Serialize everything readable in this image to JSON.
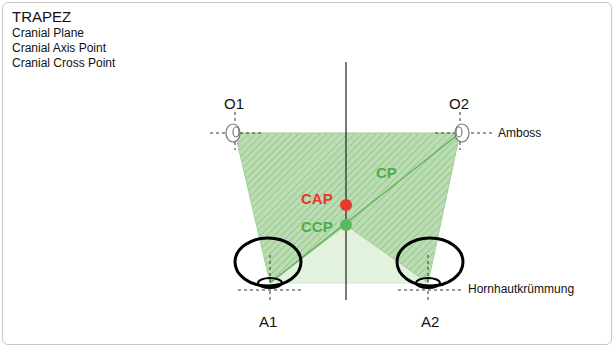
{
  "diagram": {
    "title": "TRAPEZ",
    "labels": [
      "Cranial Plane",
      "Cranial Axis Point",
      "Cranial Cross Point",
      "O1",
      "O2",
      "Amboss",
      "CAP",
      "CP",
      "CCP",
      "Hornhautkrümmung",
      "A1",
      "A2"
    ]
  }
}
